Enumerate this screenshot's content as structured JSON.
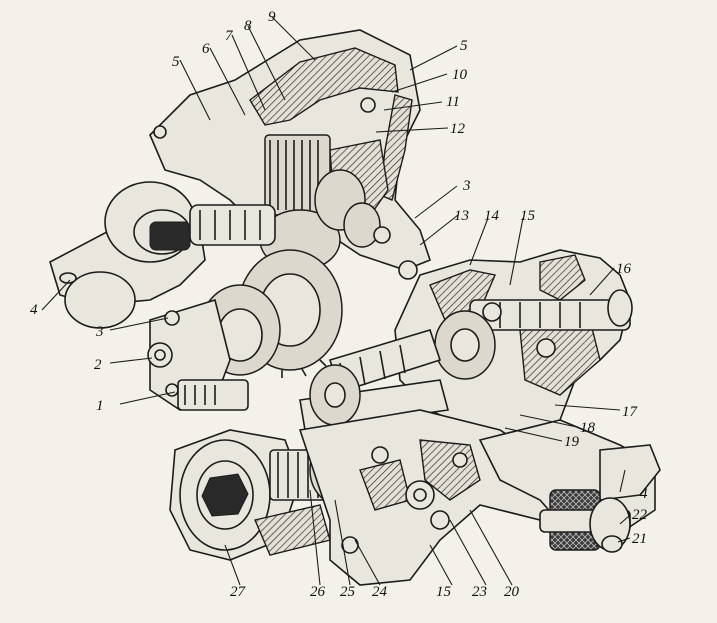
{
  "figure": {
    "labels": [
      {
        "id": "l1",
        "text": "1"
      },
      {
        "id": "l2",
        "text": "2"
      },
      {
        "id": "l3a",
        "text": "3"
      },
      {
        "id": "l3b",
        "text": "3"
      },
      {
        "id": "l4a",
        "text": "4"
      },
      {
        "id": "l4b",
        "text": "4"
      },
      {
        "id": "l5a",
        "text": "5"
      },
      {
        "id": "l5b",
        "text": "5"
      },
      {
        "id": "l6",
        "text": "6"
      },
      {
        "id": "l7",
        "text": "7"
      },
      {
        "id": "l8",
        "text": "8"
      },
      {
        "id": "l9",
        "text": "9"
      },
      {
        "id": "l10",
        "text": "10"
      },
      {
        "id": "l11",
        "text": "11"
      },
      {
        "id": "l12",
        "text": "12"
      },
      {
        "id": "l13",
        "text": "13"
      },
      {
        "id": "l14",
        "text": "14"
      },
      {
        "id": "l15a",
        "text": "15"
      },
      {
        "id": "l15b",
        "text": "15"
      },
      {
        "id": "l16",
        "text": "16"
      },
      {
        "id": "l17",
        "text": "17"
      },
      {
        "id": "l18",
        "text": "18"
      },
      {
        "id": "l19",
        "text": "19"
      },
      {
        "id": "l20",
        "text": "20"
      },
      {
        "id": "l21",
        "text": "21"
      },
      {
        "id": "l22",
        "text": "22"
      },
      {
        "id": "l23",
        "text": "23"
      },
      {
        "id": "l24",
        "text": "24"
      },
      {
        "id": "l25",
        "text": "25"
      },
      {
        "id": "l26",
        "text": "26"
      },
      {
        "id": "l27",
        "text": "27"
      }
    ]
  }
}
